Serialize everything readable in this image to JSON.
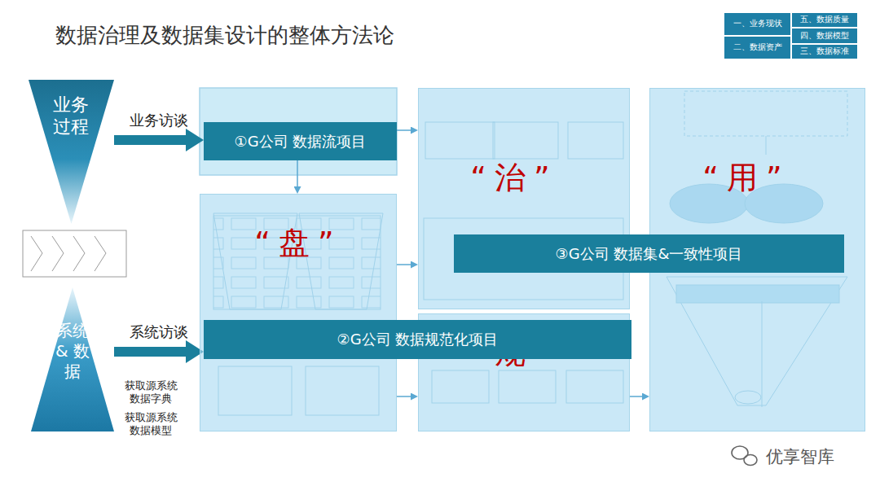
{
  "diagram": {
    "title": "数据治理及数据集设计的整体方法论",
    "nodes": [
      {
        "text": [
          "业务 过程"
        ]
      },
      {
        "text": [
          "系统 & 数据"
        ]
      },
      {
        "text": [
          "“盘”"
        ]
      },
      {
        "text": [
          "①G公司 数据流项目"
        ]
      },
      {
        "text": [
          "“治”"
        ]
      },
      {
        "text": [
          "“规”"
        ]
      },
      {
        "text": [
          "“用”"
        ]
      },
      {
        "text": [
          "②G公司 数据规范化项目"
        ]
      },
      {
        "text": [
          "③G公司 数据集&一致性项目"
        ]
      },
      {
        "text": [
          "一、业务现状"
        ]
      },
      {
        "text": [
          "五、数据质量"
        ]
      },
      {
        "text": [
          "四、数据模型"
        ]
      },
      {
        "text": [
          "二、数据资产"
        ]
      },
      {
        "text": [
          "三、数据标准"
        ]
      }
    ],
    "edges": [
      {
        "from": 0,
        "to": 3,
        "label": "业务访谈",
        "arrow": "to"
      },
      {
        "from": 1,
        "to": 7,
        "label": "系统访谈",
        "arrow": "to"
      },
      {
        "from": 3,
        "to": 2,
        "arrow": "to"
      },
      {
        "from": 3,
        "to": 4,
        "arrow": "to"
      },
      {
        "from": 2,
        "to": 4,
        "arrow": "to"
      },
      {
        "from": 2,
        "to": 5,
        "arrow": "to"
      },
      {
        "from": 5,
        "to": 6,
        "arrow": "to"
      }
    ],
    "labels": [
      "获取源系统 数据字典",
      "获取源系统 数据模型",
      "优享智库"
    ]
  }
}
